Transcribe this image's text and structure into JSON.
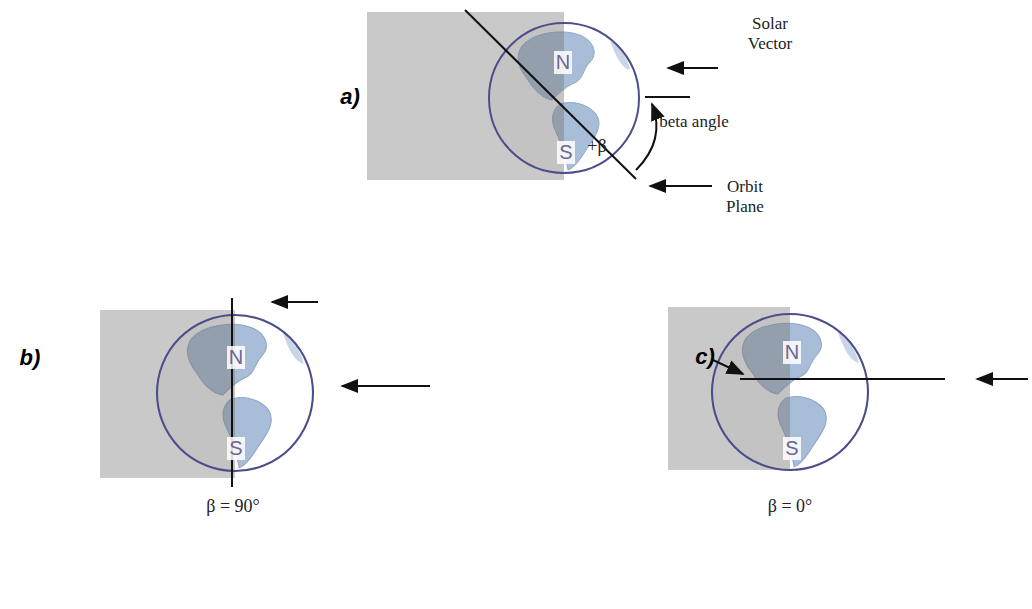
{
  "diagram": {
    "labels": [
      "a)",
      "N",
      "S",
      "+β",
      "beta angle",
      "Solar Vector",
      "Orbit Plane",
      "b)",
      "N",
      "S",
      "β = 90°",
      "c)",
      "N",
      "S",
      "β = 0°"
    ]
  }
}
